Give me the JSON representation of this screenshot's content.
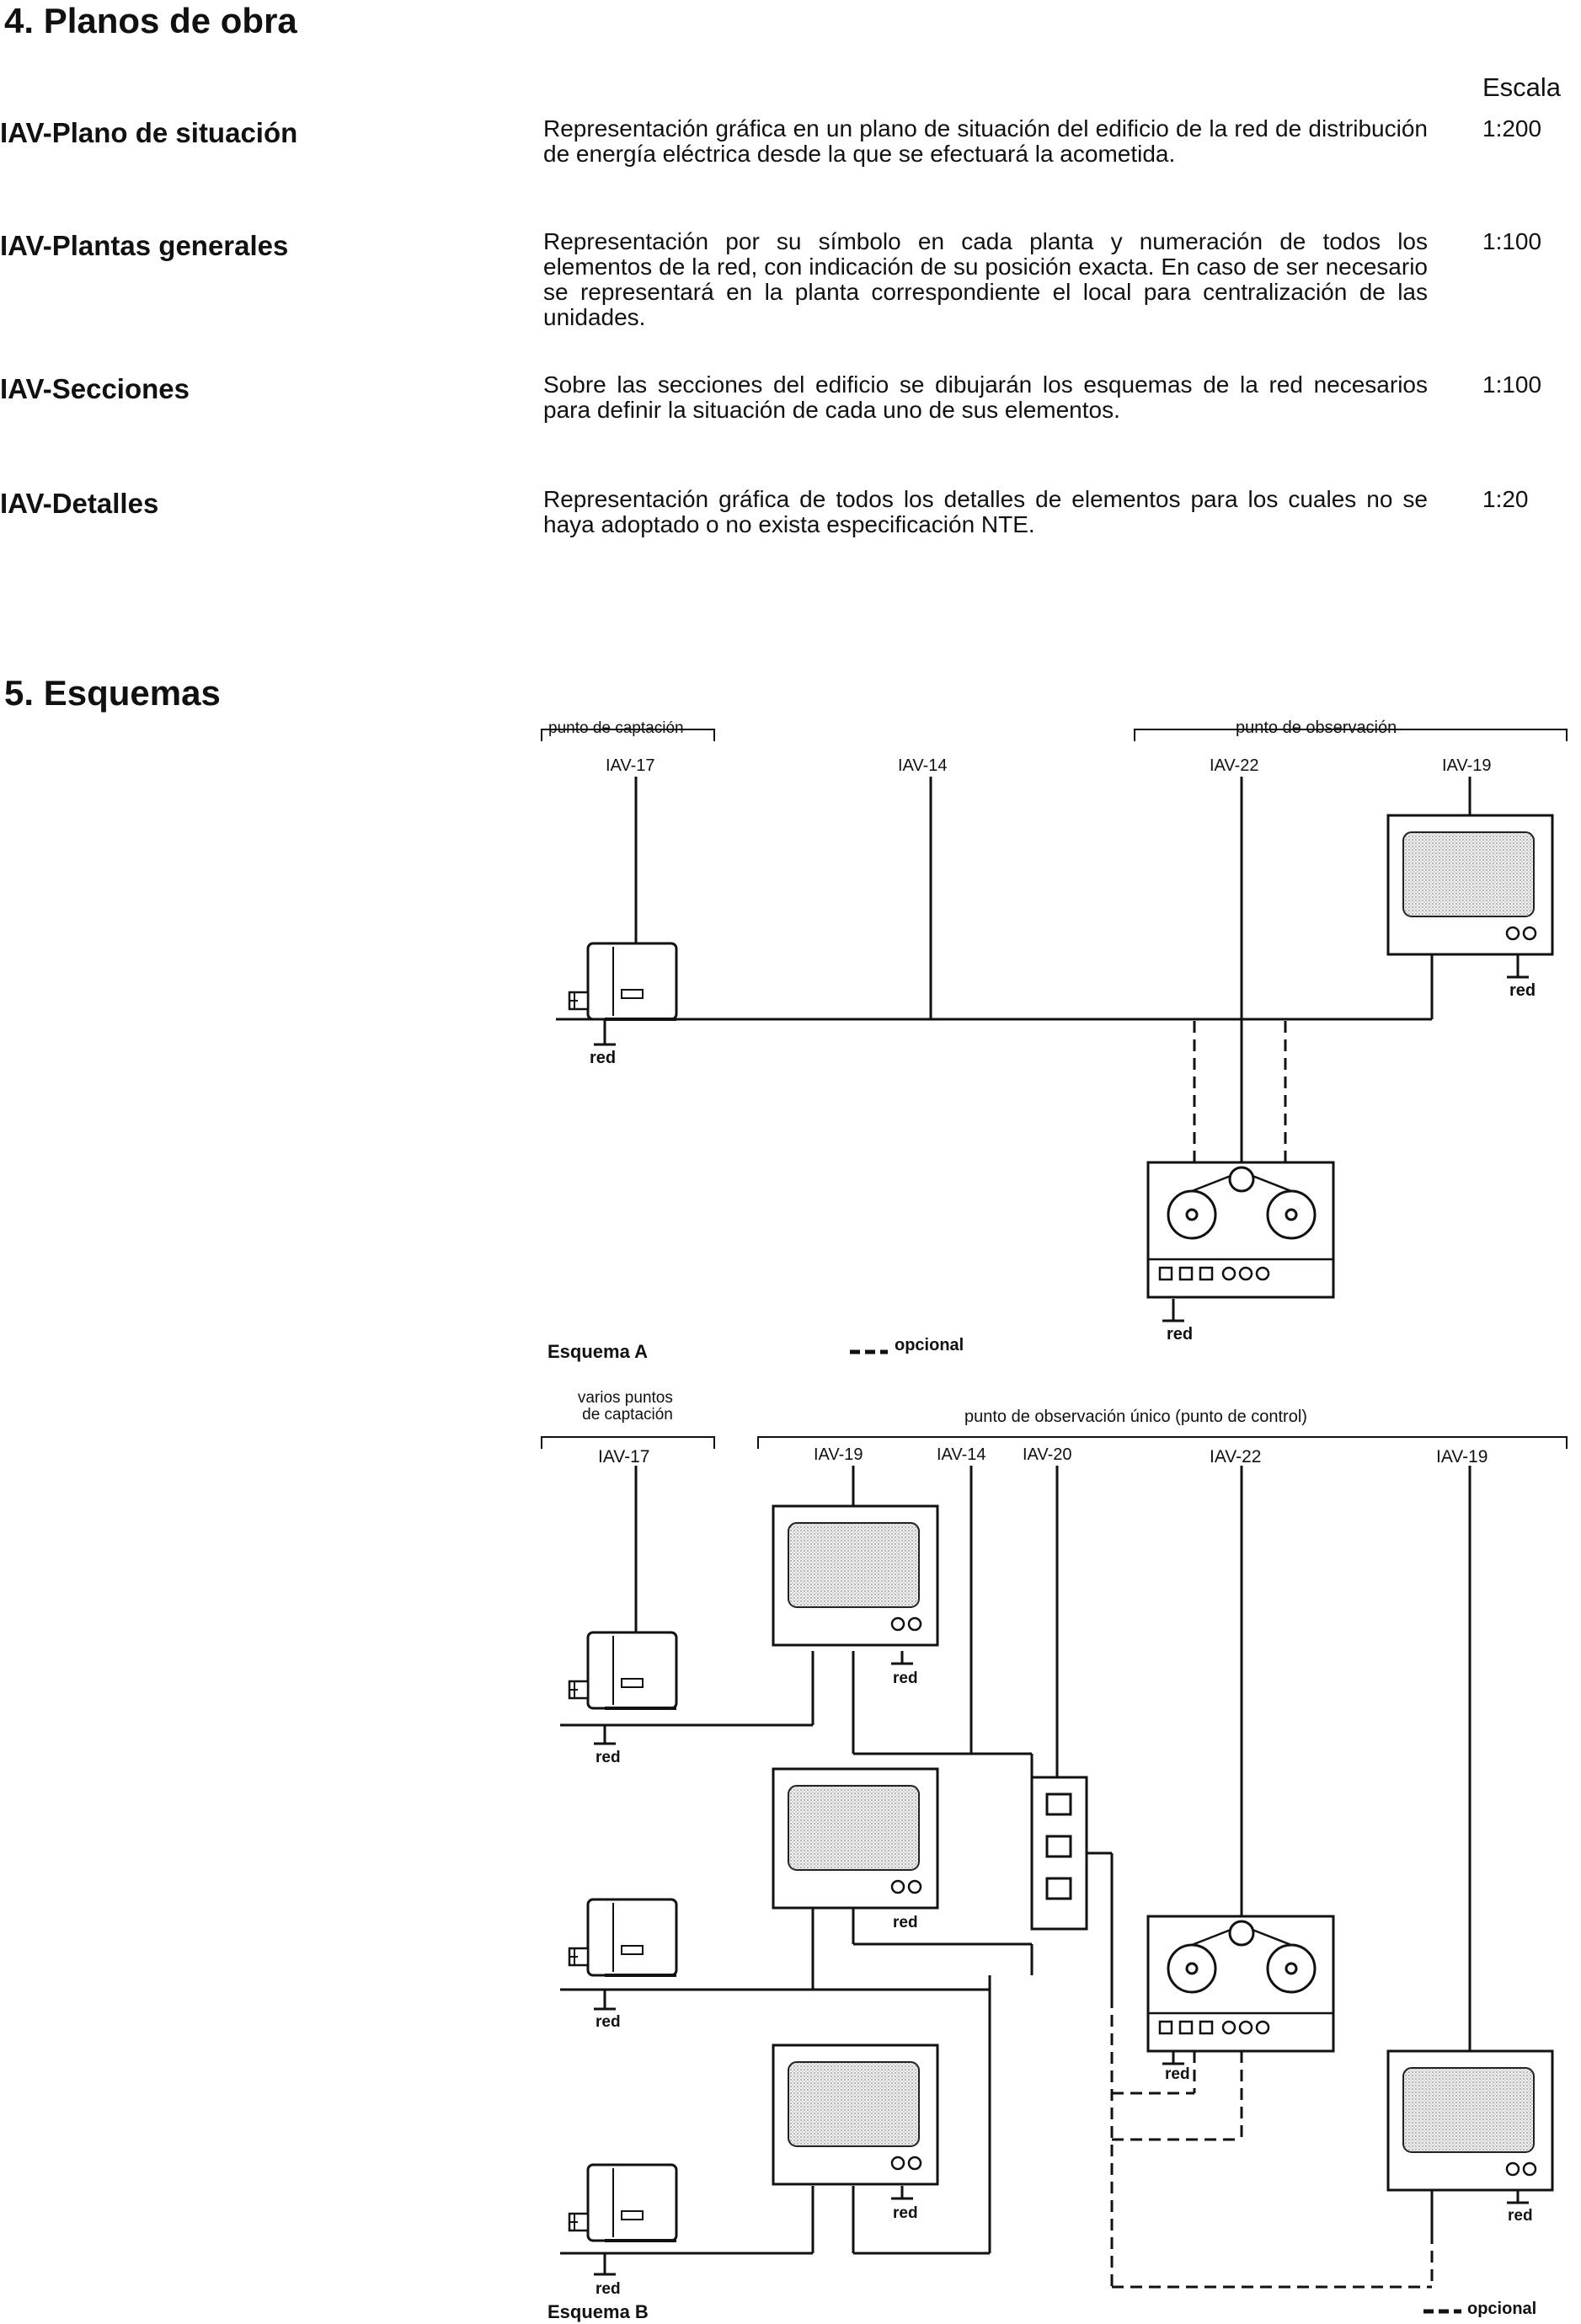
{
  "sections": {
    "planos_title": "4. Planos de obra",
    "esquemas_title": "5. Esquemas"
  },
  "table": {
    "scale_header": "Escala",
    "rows": [
      {
        "label": "IAV-Plano de situación",
        "description": "Representación gráfica en un plano de situación del edificio de la red de distribución de energía eléctrica desde la que se efectuará la acometida.",
        "scale": "1:200"
      },
      {
        "label": "IAV-Plantas generales",
        "description": "Representación por su símbolo en cada planta y numeración de todos los elementos de la red, con indicación de su posición exacta. En caso de ser necesario se representará en la planta correspondiente el local para centralización de las unidades.",
        "scale": "1:100"
      },
      {
        "label": "IAV-Secciones",
        "description": "Sobre las secciones del edificio se dibujarán los esquemas de la red necesarios para definir la situación de cada uno de sus elementos.",
        "scale": "1:100"
      },
      {
        "label": "IAV-Detalles",
        "description": "Representación gráfica de todos los detalles de elementos para los cuales no se haya adoptado o no exista especificación NTE.",
        "scale": "1:20"
      }
    ]
  },
  "esquema_a": {
    "caption": "Esquema A",
    "legend": "opcional",
    "bracket_captacion": "punto de captación",
    "bracket_observacion": "punto de observación",
    "labels": {
      "camera": "IAV-17",
      "cable": "IAV-14",
      "recorder": "IAV-22",
      "monitor": "IAV-19"
    },
    "red": "red"
  },
  "esquema_b": {
    "caption": "Esquema B",
    "legend": "opcional",
    "bracket_captacion": "varios puntos de captación",
    "bracket_observacion": "punto de observación único (punto de control)",
    "labels": {
      "camera": "IAV-17",
      "monitor": "IAV-19",
      "cable": "IAV-14",
      "switcher": "IAV-20",
      "recorder": "IAV-22",
      "monitor_ctrl": "IAV-19"
    },
    "red": "red"
  }
}
